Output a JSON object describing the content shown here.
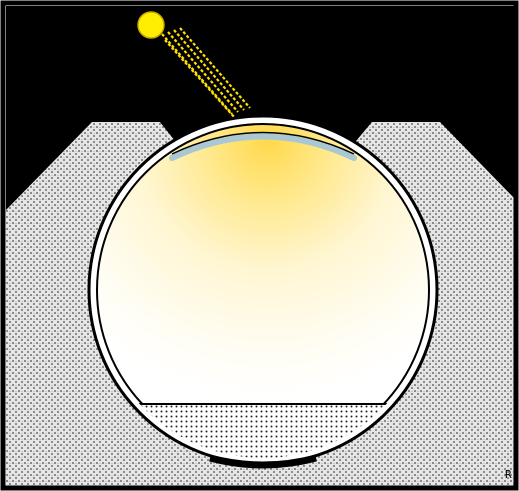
{
  "scene": {
    "sky_color": "#000000",
    "ground_pattern": "stipple",
    "ground_color": "#d8d8d8",
    "sun": {
      "icon": "sun-icon",
      "color": "#ffee00"
    },
    "sunlight_beam": {
      "icon": "light-rays-icon",
      "color": "#ffe000"
    },
    "dome_window": {
      "color": "#a9c8d4"
    },
    "sphere": {
      "glow_color": "#ffd84a",
      "wall_color": "#000000"
    },
    "floor": {
      "pattern": "grid"
    }
  },
  "corner_glyph": "R"
}
